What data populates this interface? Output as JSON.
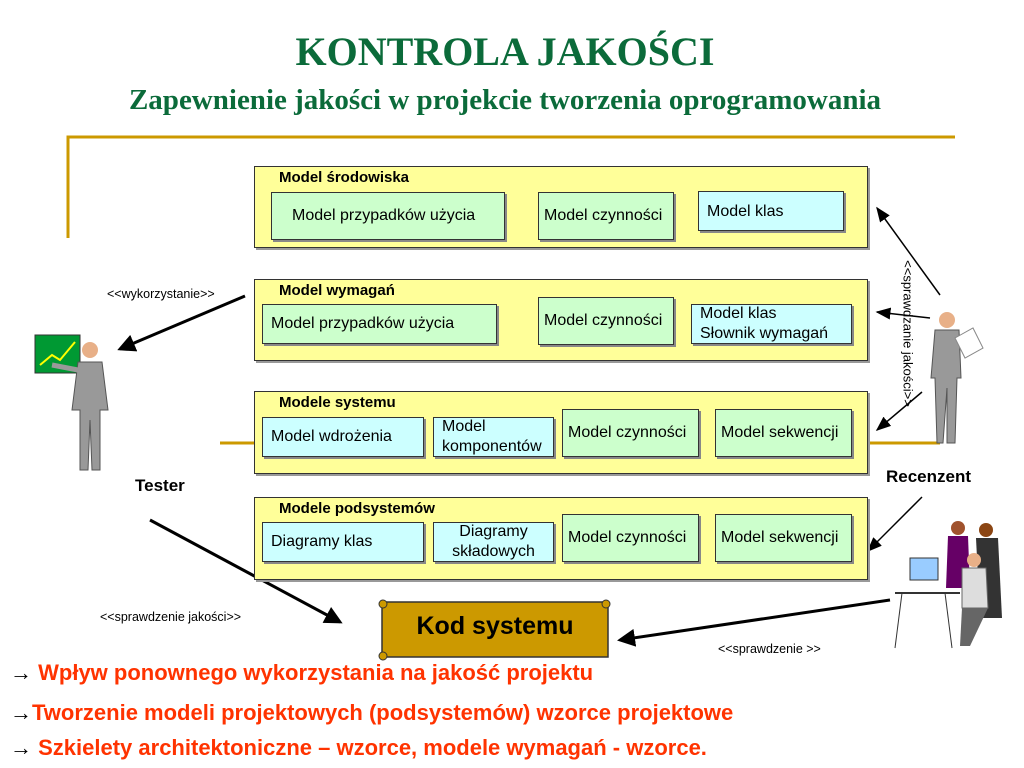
{
  "title": "KONTROLA JAKOŚCI",
  "subtitle": "Zapewnienie jakości w projekcie tworzenia oprogramowania",
  "bands": [
    {
      "title": "Model środowiska",
      "boxes": [
        "Model przypadków użycia",
        "Model czynności",
        "Model klas"
      ]
    },
    {
      "title": "Model wymagań",
      "boxes": [
        "Model przypadków użycia",
        "Model czynności",
        "Model klas",
        "Słownik wymagań"
      ]
    },
    {
      "title": "Modele systemu",
      "boxes": [
        "Model wdrożenia",
        "Model",
        "komponentów",
        "Model czynności",
        "Model sekwencji"
      ]
    },
    {
      "title": "Modele podsystemów",
      "boxes": [
        "Diagramy klas",
        "Diagramy",
        "składowych",
        "Model czynności",
        "Model sekwencji"
      ]
    }
  ],
  "code": "Kod systemu",
  "labels": {
    "reuse": "<<wykorzystanie>>",
    "tester": "Tester",
    "quality_check": "<<sprawdzenie jakości>>",
    "check": "<<sprawdzenie >>",
    "reviewer": "Recenzent",
    "quality_review": "<<sprawdzanie jakości>>"
  },
  "bullets": [
    {
      "arrow": "→",
      "text": "Wpływ ponownego wykorzystania na jakość projektu"
    },
    {
      "arrow": "→",
      "text": "Tworzenie modeli projektowych (podsystemów) wzorce projektowe"
    },
    {
      "arrow": "→",
      "text": " Szkielety architektoniczne – wzorce, modele wymagań - wzorce."
    }
  ],
  "colors": {
    "title": "#0b6b3a",
    "accent": "#cc9900",
    "band": "#ffff99",
    "green_box": "#ccffcc",
    "cyan_box": "#ccffff",
    "bullet": "#ff3300"
  }
}
